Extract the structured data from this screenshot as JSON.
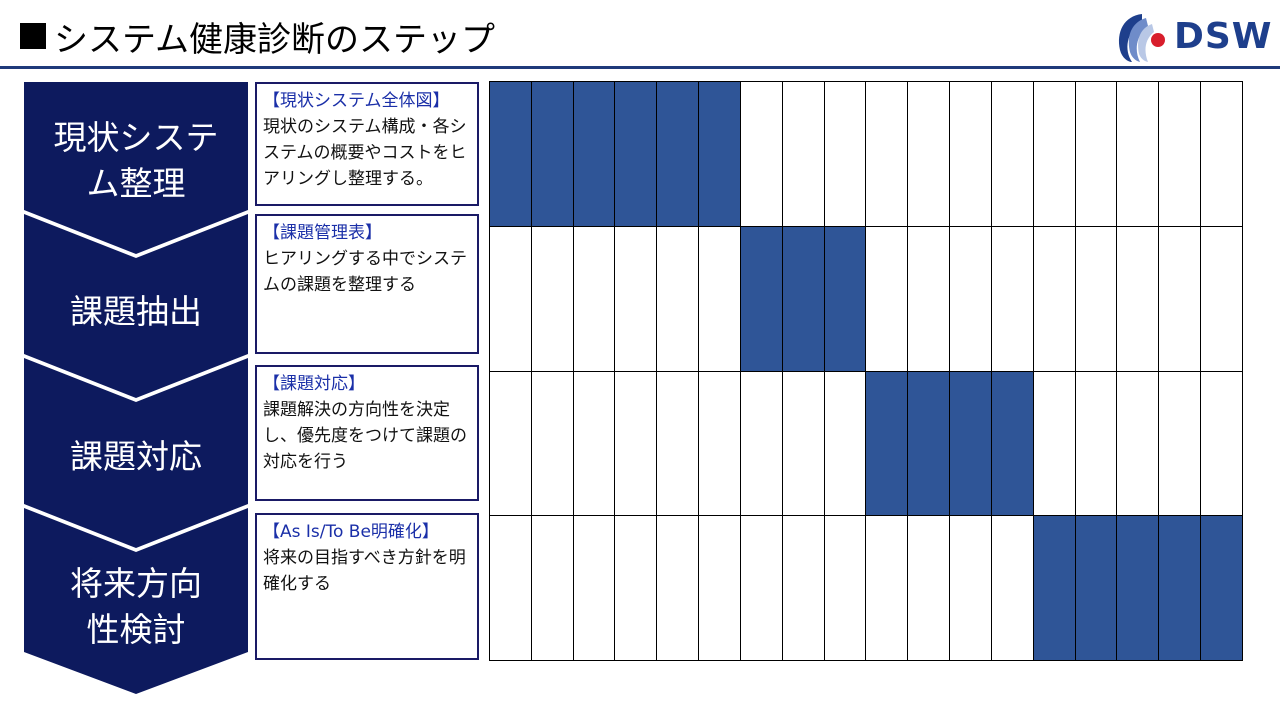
{
  "title": "システム健康診断のステップ",
  "logo": {
    "text": "DSW"
  },
  "colors": {
    "primary_dark": "#0d1a5e",
    "bar_fill": "#2f5597",
    "heading_text": "#1a2fa8",
    "rule": "#1f3a7a"
  },
  "steps": [
    {
      "label": "現状システム整理",
      "desc_heading": "【現状システム全体図】",
      "desc_text": "現状のシステム構成・各システムの概要やコストをヒアリングし整理する。"
    },
    {
      "label": "課題抽出",
      "desc_heading": "【課題管理表】",
      "desc_text": "ヒアリングする中でシステムの課題を整理する"
    },
    {
      "label": "課題対応",
      "desc_heading": "【課題対応】",
      "desc_text": "課題解決の方向性を決定し、優先度をつけて課題の対応を行う"
    },
    {
      "label": "将来方向性検討",
      "desc_heading": "【As Is/To Be明確化】",
      "desc_text": "将来の目指すべき方針を明確化する"
    }
  ],
  "schedule": {
    "columns": 18,
    "rows": [
      {
        "start": 0,
        "span": 6
      },
      {
        "start": 6,
        "span": 3
      },
      {
        "start": 9,
        "span": 4
      },
      {
        "start": 13,
        "span": 5
      }
    ]
  }
}
